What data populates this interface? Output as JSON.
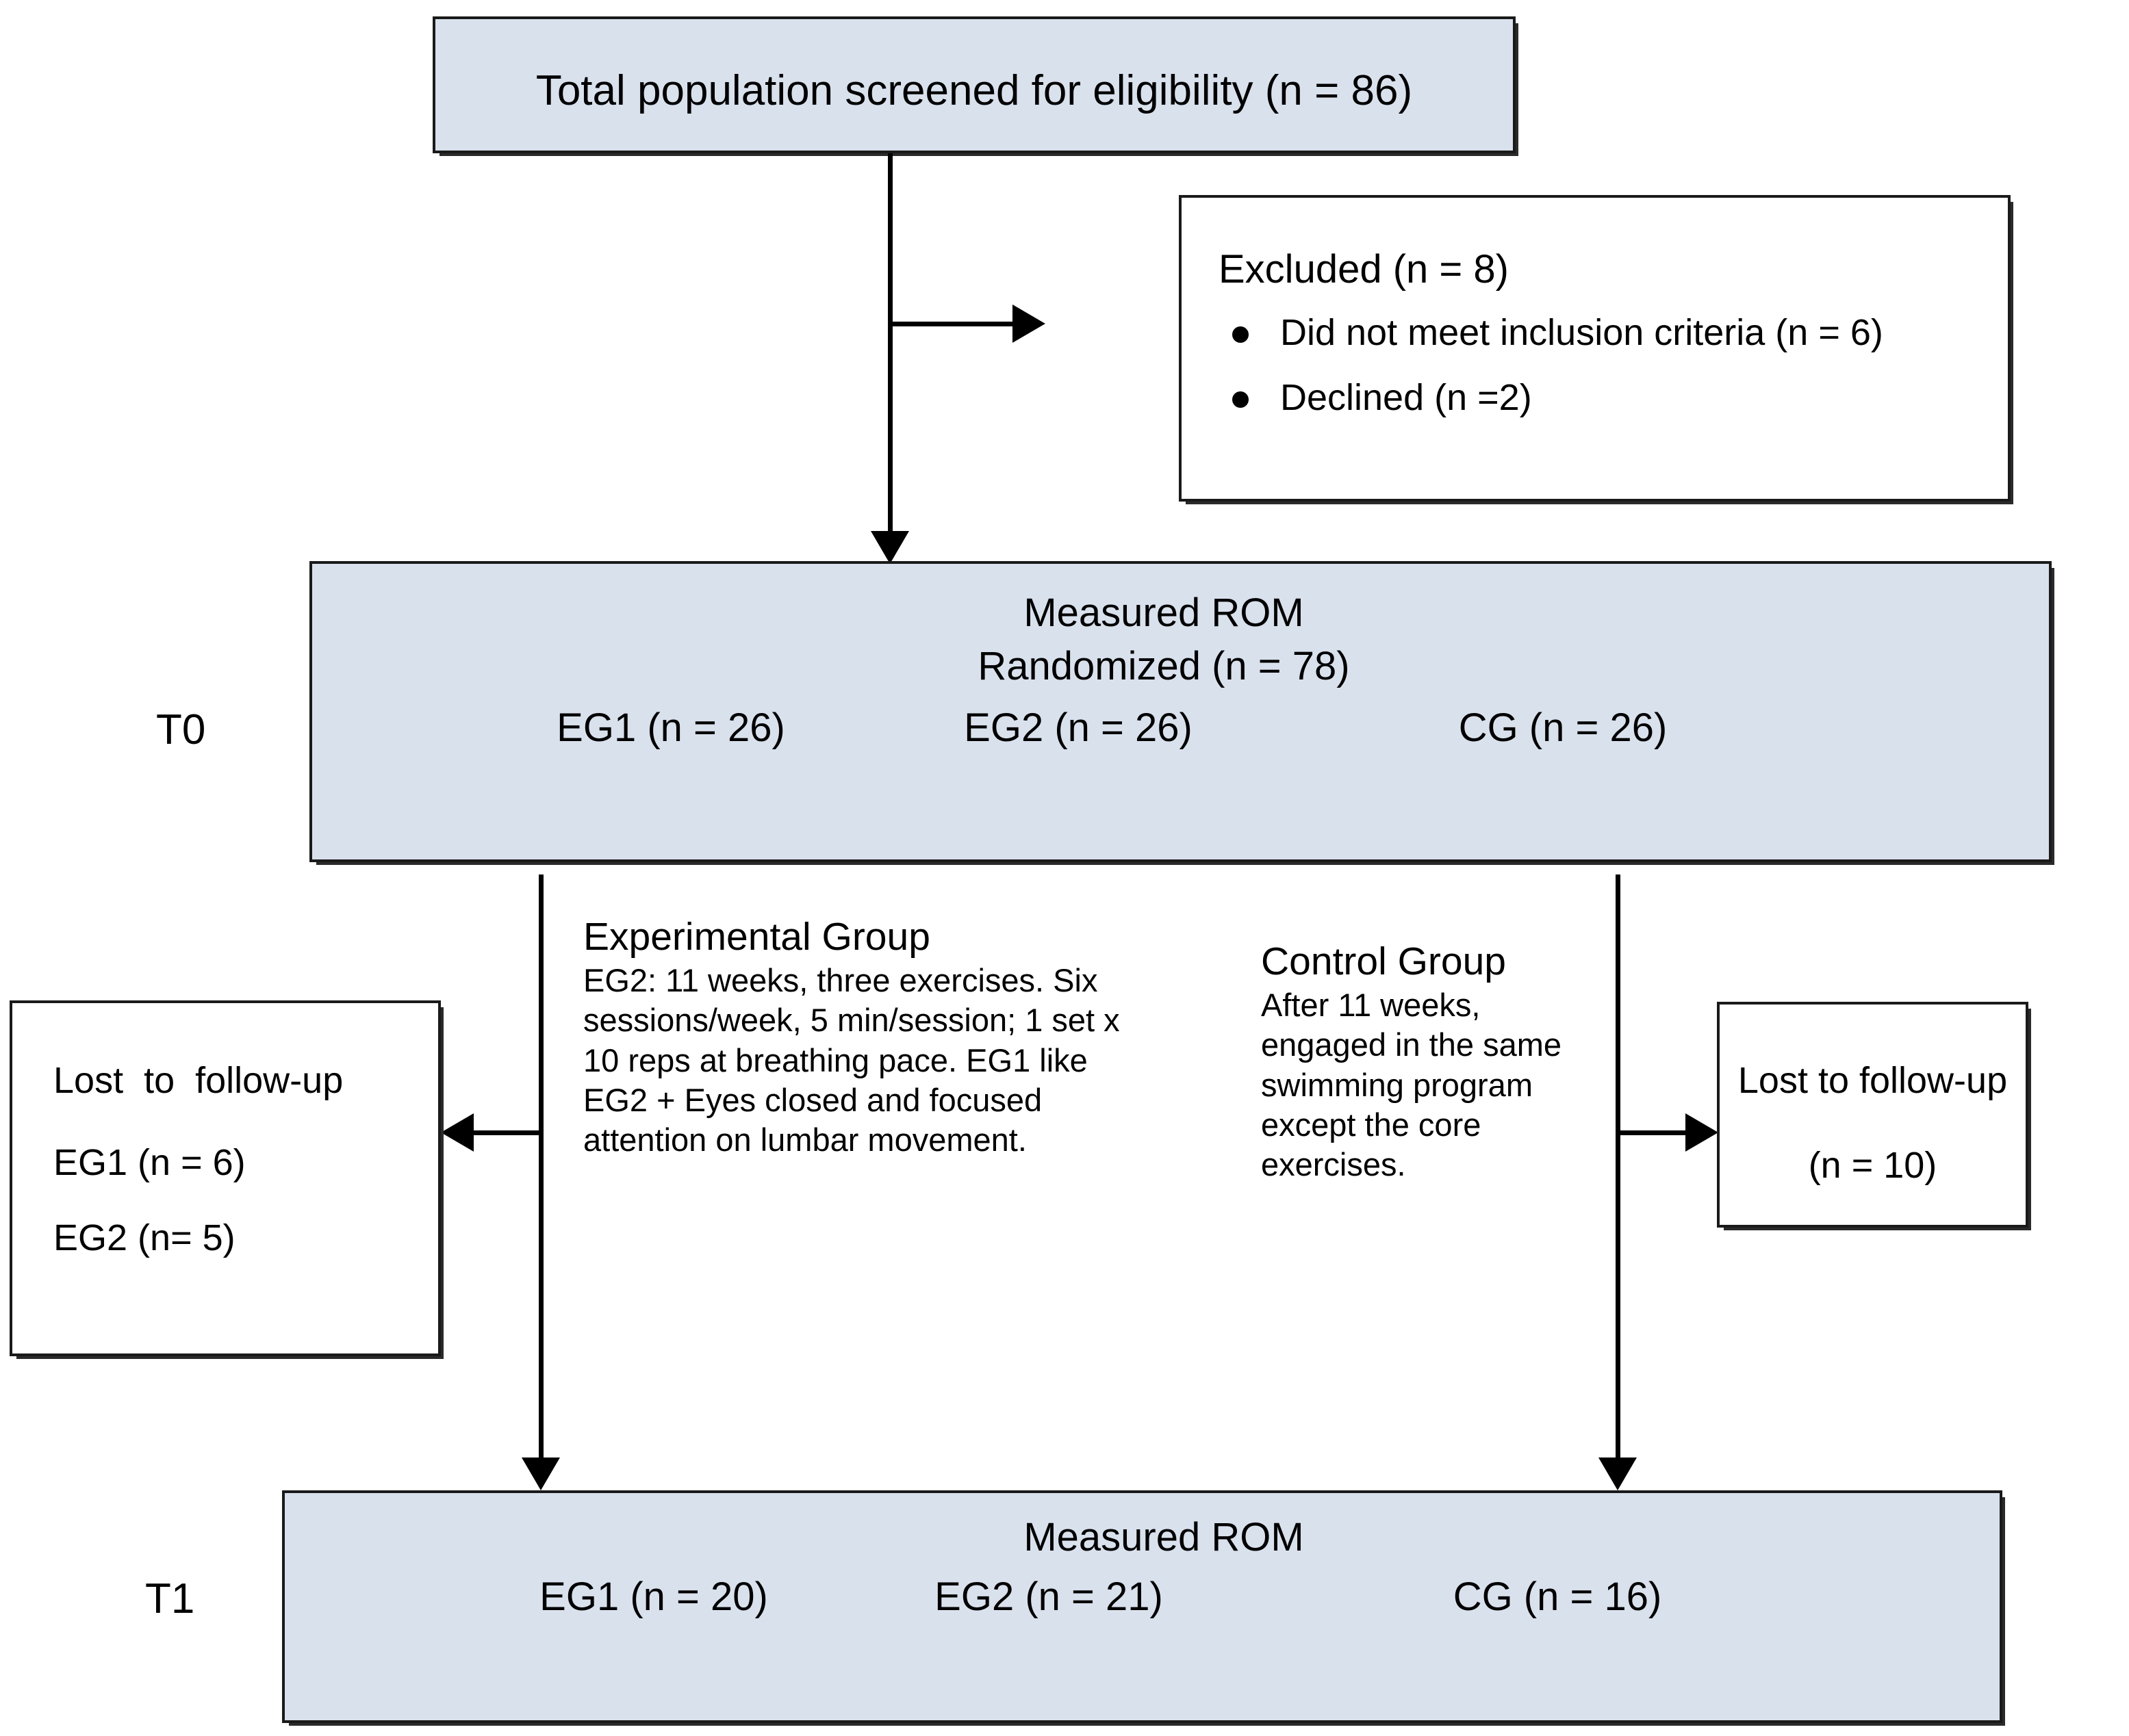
{
  "diagram": {
    "type": "consort-flow-diagram",
    "accent_fill": "#d9e1ed",
    "line_color": "#000000",
    "border_color": "#1a1a1a"
  },
  "screened_box": {
    "label": "Total population screened for eligibility (n = 86)"
  },
  "excluded_box": {
    "title": "Excluded (n = 8)",
    "items": [
      "Did not meet inclusion criteria (n = 6)",
      "Declined (n =2)"
    ]
  },
  "t0": {
    "timepoint_label": "T0",
    "heading_line1": "Measured ROM",
    "heading_line2": "Randomized (n = 78)",
    "groups": [
      "EG1 (n = 26)",
      "EG2 (n = 26)",
      "CG (n = 26)"
    ]
  },
  "experimental_note": {
    "heading": "Experimental Group",
    "body": "EG2: 11 weeks, three exercises.\nSix sessions/week, 5 min/session; 1\nset x 10 reps at breathing pace. EG1\nlike EG2 + Eyes closed and focused\nattention on lumbar movement."
  },
  "control_note": {
    "heading": "Control Group",
    "body": "After 11 weeks,\nengaged in the same\nswimming program\nexcept the core\nexercises."
  },
  "lost_left_box": {
    "line1": "Lost  to  follow-up",
    "line2": "EG1 (n = 6)",
    "line3": "EG2 (n= 5)"
  },
  "lost_right_box": {
    "line1": "Lost to follow-up",
    "line2": "(n = 10)"
  },
  "t1": {
    "timepoint_label": "T1",
    "heading_line1": "Measured ROM",
    "groups": [
      "EG1 (n = 20)",
      "EG2 (n = 21)",
      "CG (n = 16)"
    ]
  }
}
